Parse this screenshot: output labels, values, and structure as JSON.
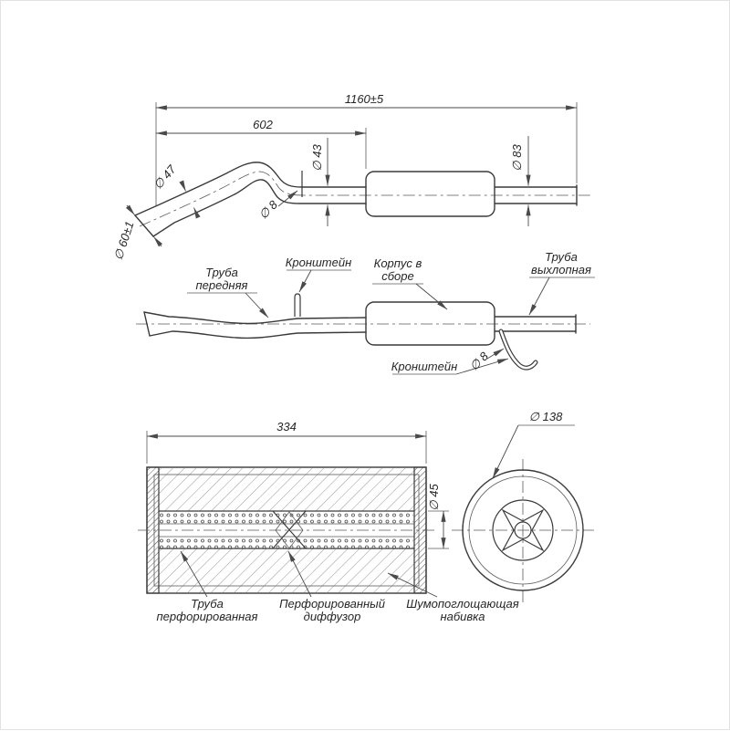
{
  "top_view": {
    "dim_overall": "1160±5",
    "dim_front_section": "602",
    "dia_middle_pipe": "∅ 43",
    "dia_rear_pipe": "∅ 83",
    "dia_front_pipe": "∅ 47",
    "dia_bracket": "∅ 8",
    "dia_inlet": "∅ 60±1"
  },
  "middle_view": {
    "front_pipe_label_1": "Труба",
    "front_pipe_label_2": "передняя",
    "bracket_top_label": "Кронштейн",
    "body_label_1": "Корпус в",
    "body_label_2": "сборе",
    "exhaust_label_1": "Труба",
    "exhaust_label_2": "выхлопная",
    "bracket_bottom_label": "Кронштейн",
    "dia_rod": "∅ 8"
  },
  "section_view": {
    "dim_length": "334",
    "dia_inner_tube": "∅ 45",
    "perforated_pipe_label_1": "Труба",
    "perforated_pipe_label_2": "перфорированная",
    "diffuser_label_1": "Перфорированный",
    "diffuser_label_2": "диффузор",
    "stuffing_label_1": "Шумопоглощающая",
    "stuffing_label_2": "набивка"
  },
  "end_view": {
    "dia_shell": "∅ 138"
  }
}
